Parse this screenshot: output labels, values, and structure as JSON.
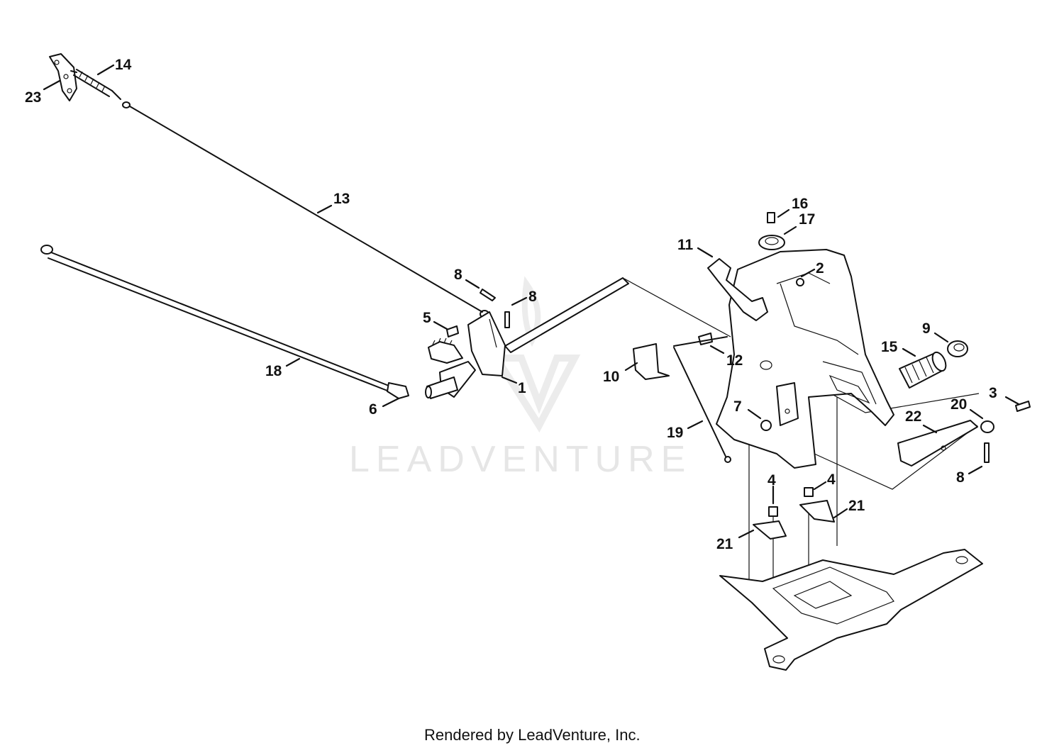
{
  "watermark": "LEADVENTURE",
  "footer": "Rendered by LeadVenture, Inc.",
  "callouts": [
    {
      "id": "c14",
      "label": "14"
    },
    {
      "id": "c23",
      "label": "23"
    },
    {
      "id": "c13",
      "label": "13"
    },
    {
      "id": "c8a",
      "label": "8"
    },
    {
      "id": "c8b",
      "label": "8"
    },
    {
      "id": "c5",
      "label": "5"
    },
    {
      "id": "c1",
      "label": "1"
    },
    {
      "id": "c18",
      "label": "18"
    },
    {
      "id": "c6",
      "label": "6"
    },
    {
      "id": "c16",
      "label": "16"
    },
    {
      "id": "c17",
      "label": "17"
    },
    {
      "id": "c11",
      "label": "11"
    },
    {
      "id": "c2",
      "label": "2"
    },
    {
      "id": "c9",
      "label": "9"
    },
    {
      "id": "c15",
      "label": "15"
    },
    {
      "id": "c12",
      "label": "12"
    },
    {
      "id": "c10",
      "label": "10"
    },
    {
      "id": "c7",
      "label": "7"
    },
    {
      "id": "c19",
      "label": "19"
    },
    {
      "id": "c3",
      "label": "3"
    },
    {
      "id": "c20",
      "label": "20"
    },
    {
      "id": "c22",
      "label": "22"
    },
    {
      "id": "c8c",
      "label": "8"
    },
    {
      "id": "c4a",
      "label": "4"
    },
    {
      "id": "c4b",
      "label": "4"
    },
    {
      "id": "c21a",
      "label": "21"
    },
    {
      "id": "c21b",
      "label": "21"
    }
  ]
}
